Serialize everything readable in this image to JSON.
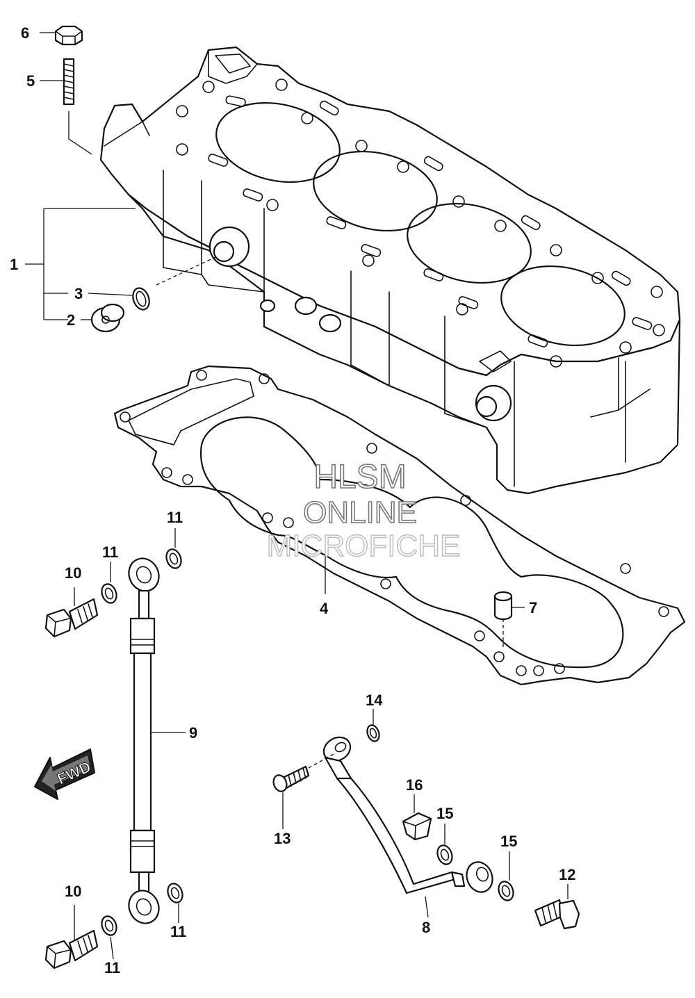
{
  "watermark": {
    "line1": "HLSM",
    "line2": "ONLINE",
    "line3": "MICROFICHE"
  },
  "direction_arrow": {
    "label": "FWD"
  },
  "callouts": [
    {
      "id": "c1",
      "label": "1"
    },
    {
      "id": "c2",
      "label": "2"
    },
    {
      "id": "c3",
      "label": "3"
    },
    {
      "id": "c4",
      "label": "4"
    },
    {
      "id": "c5",
      "label": "5"
    },
    {
      "id": "c6",
      "label": "6"
    },
    {
      "id": "c7",
      "label": "7"
    },
    {
      "id": "c8",
      "label": "8"
    },
    {
      "id": "c9",
      "label": "9"
    },
    {
      "id": "c10a",
      "label": "10"
    },
    {
      "id": "c10b",
      "label": "10"
    },
    {
      "id": "c11a",
      "label": "11"
    },
    {
      "id": "c11b",
      "label": "11"
    },
    {
      "id": "c11c",
      "label": "11"
    },
    {
      "id": "c11d",
      "label": "11"
    },
    {
      "id": "c12",
      "label": "12"
    },
    {
      "id": "c13",
      "label": "13"
    },
    {
      "id": "c14",
      "label": "14"
    },
    {
      "id": "c15a",
      "label": "15"
    },
    {
      "id": "c15b",
      "label": "15"
    },
    {
      "id": "c16",
      "label": "16"
    }
  ]
}
